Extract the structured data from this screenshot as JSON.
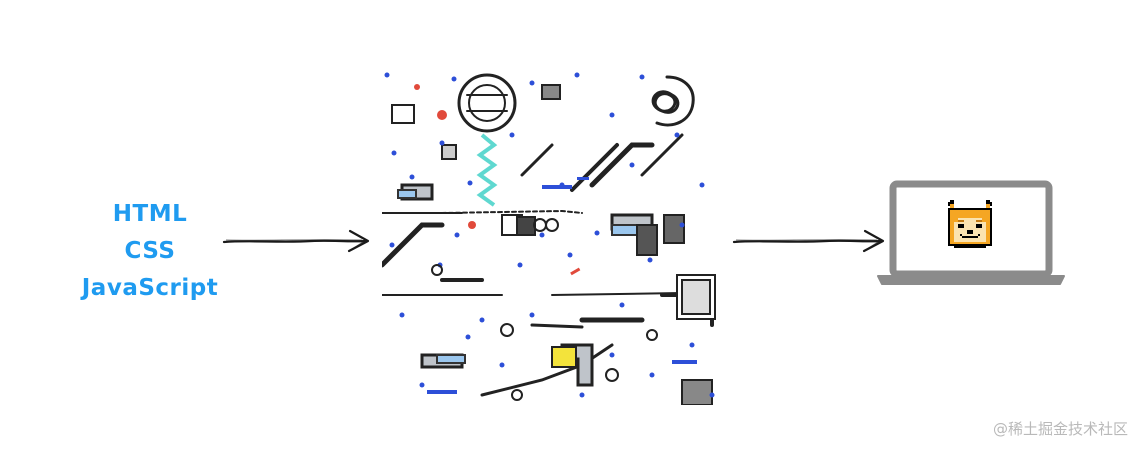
{
  "inputs": {
    "items": [
      {
        "label": "HTML"
      },
      {
        "label": "CSS"
      },
      {
        "label": "JavaScript"
      }
    ],
    "color": "#1f9bf0"
  },
  "engine": {
    "icon": "rube-goldberg-machine-icon"
  },
  "output": {
    "device_icon": "laptop-icon",
    "screen_icon": "pixel-doge-icon"
  },
  "connectors": {
    "style": "hand-drawn-arrow",
    "color": "#1a1a1a"
  },
  "watermark": {
    "text": "@稀土掘金技术社区"
  }
}
